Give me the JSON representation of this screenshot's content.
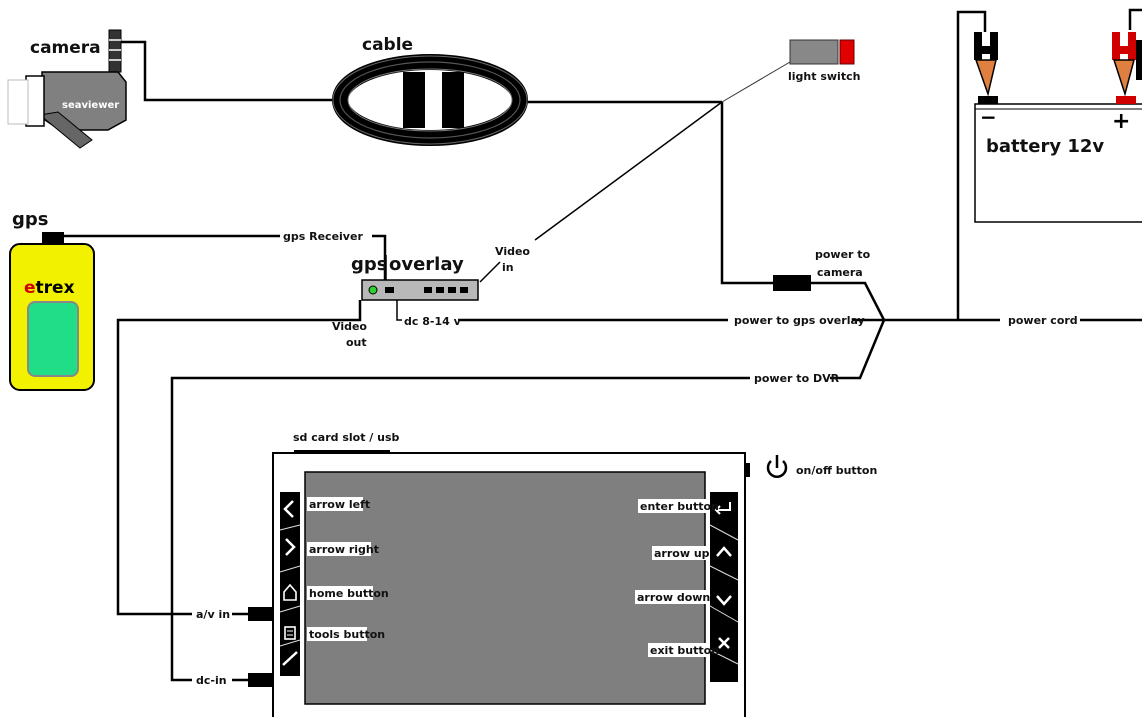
{
  "camera": {
    "title": "camera",
    "brand": "seaviewer"
  },
  "cable": {
    "title": "cable"
  },
  "light_switch": {
    "label": "light switch"
  },
  "battery": {
    "label": "battery 12v",
    "neg_symbol": "−",
    "pos_symbol": "+"
  },
  "gps": {
    "title": "gps",
    "brand_first": "e",
    "brand_rest": "trex"
  },
  "overlay": {
    "title_a": "gps",
    "title_b": "overlay",
    "video_in_line1": "Video",
    "video_in_line2": "in",
    "video_out_line1": "Video",
    "video_out_line2": "out",
    "dc_label": "dc 8-14 v"
  },
  "wires": {
    "gps_receiver": "gps Receiver",
    "power_to_camera_line1": "power to",
    "power_to_camera_line2": "camera",
    "power_to_gps_overlay": "power to gps overlay",
    "power_cord": "power cord",
    "power_to_dvr": "power to DVR"
  },
  "dvr": {
    "sd_slot": "sd card slot / usb",
    "on_off": "on/off button",
    "av_in": "a/v in",
    "dc_in": "dc-in",
    "left_buttons": [
      "arrow left",
      "arrow right",
      "home button",
      "tools button"
    ],
    "right_buttons": [
      "enter button",
      "arrow up",
      "arrow down",
      "exit button"
    ]
  },
  "colors": {
    "camera_body": "#808080",
    "gps_body": "#f2f200",
    "gps_screen": "#22dd88",
    "switch_red": "#e00000",
    "clip_red": "#d00000",
    "dvr_screen": "#7f7f7f"
  }
}
